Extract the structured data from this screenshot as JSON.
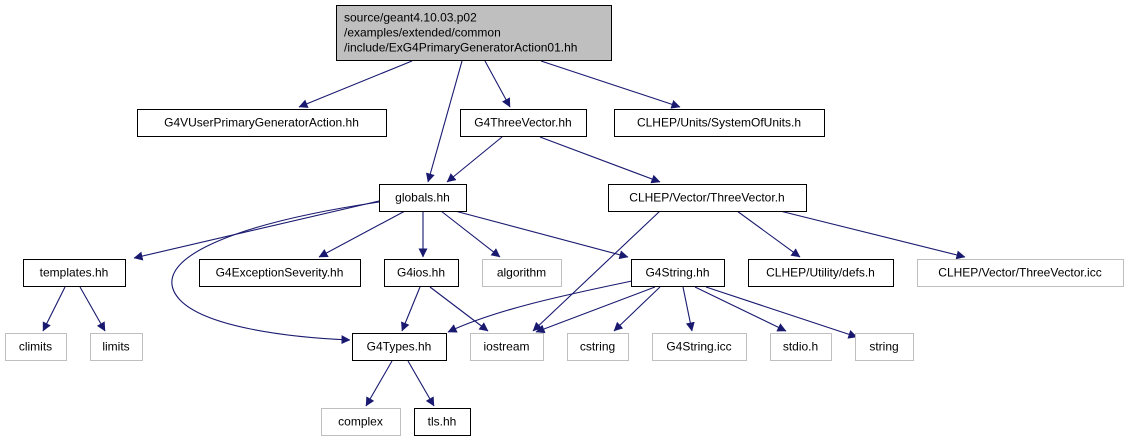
{
  "colors": {
    "edge": "#191970",
    "root_fill": "#bfbfbf",
    "root_border": "#000000",
    "node_border": "#000000",
    "external_border": "#bfbfbf",
    "external_text": "#808080"
  },
  "nodes": {
    "root": {
      "lines": [
        "source/geant4.10.03.p02",
        "/examples/extended/common",
        "/include/ExG4PrimaryGeneratorAction01.hh"
      ],
      "kind": "root"
    },
    "g4vuser": {
      "lines": [
        "G4VUserPrimaryGeneratorAction.hh"
      ],
      "kind": "normal"
    },
    "g4threevector": {
      "lines": [
        "G4ThreeVector.hh"
      ],
      "kind": "normal"
    },
    "systemofunits": {
      "lines": [
        "CLHEP/Units/SystemOfUnits.h"
      ],
      "kind": "normal"
    },
    "globals": {
      "lines": [
        "globals.hh"
      ],
      "kind": "normal"
    },
    "clhep_threevector": {
      "lines": [
        "CLHEP/Vector/ThreeVector.h"
      ],
      "kind": "normal"
    },
    "templates": {
      "lines": [
        "templates.hh"
      ],
      "kind": "normal"
    },
    "g4exceptionseverity": {
      "lines": [
        "G4ExceptionSeverity.hh"
      ],
      "kind": "normal"
    },
    "g4ios": {
      "lines": [
        "G4ios.hh"
      ],
      "kind": "normal"
    },
    "algorithm": {
      "lines": [
        "algorithm"
      ],
      "kind": "external"
    },
    "g4string": {
      "lines": [
        "G4String.hh"
      ],
      "kind": "normal"
    },
    "defs": {
      "lines": [
        "CLHEP/Utility/defs.h"
      ],
      "kind": "normal"
    },
    "threevector_icc": {
      "lines": [
        "CLHEP/Vector/ThreeVector.icc"
      ],
      "kind": "external"
    },
    "climits": {
      "lines": [
        "climits"
      ],
      "kind": "external"
    },
    "limits": {
      "lines": [
        "limits"
      ],
      "kind": "external"
    },
    "g4types": {
      "lines": [
        "G4Types.hh"
      ],
      "kind": "normal"
    },
    "iostream": {
      "lines": [
        "iostream"
      ],
      "kind": "external"
    },
    "cstring": {
      "lines": [
        "cstring"
      ],
      "kind": "external"
    },
    "g4string_icc": {
      "lines": [
        "G4String.icc"
      ],
      "kind": "external"
    },
    "stdio": {
      "lines": [
        "stdio.h"
      ],
      "kind": "external"
    },
    "string": {
      "lines": [
        "string"
      ],
      "kind": "external"
    },
    "complex": {
      "lines": [
        "complex"
      ],
      "kind": "external"
    },
    "tls": {
      "lines": [
        "tls.hh"
      ],
      "kind": "normal"
    }
  },
  "edges": [
    [
      "root",
      "g4vuser"
    ],
    [
      "root",
      "g4threevector"
    ],
    [
      "root",
      "systemofunits"
    ],
    [
      "root",
      "globals"
    ],
    [
      "g4threevector",
      "globals"
    ],
    [
      "g4threevector",
      "clhep_threevector"
    ],
    [
      "globals",
      "templates"
    ],
    [
      "globals",
      "g4exceptionseverity"
    ],
    [
      "globals",
      "g4ios"
    ],
    [
      "globals",
      "algorithm"
    ],
    [
      "globals",
      "g4string"
    ],
    [
      "globals",
      "g4types"
    ],
    [
      "clhep_threevector",
      "iostream"
    ],
    [
      "clhep_threevector",
      "defs"
    ],
    [
      "clhep_threevector",
      "threevector_icc"
    ],
    [
      "templates",
      "climits"
    ],
    [
      "templates",
      "limits"
    ],
    [
      "g4ios",
      "g4types"
    ],
    [
      "g4ios",
      "iostream"
    ],
    [
      "g4string",
      "g4types"
    ],
    [
      "g4string",
      "iostream"
    ],
    [
      "g4string",
      "cstring"
    ],
    [
      "g4string",
      "g4string_icc"
    ],
    [
      "g4string",
      "stdio"
    ],
    [
      "g4string",
      "string"
    ],
    [
      "g4types",
      "complex"
    ],
    [
      "g4types",
      "tls"
    ]
  ]
}
